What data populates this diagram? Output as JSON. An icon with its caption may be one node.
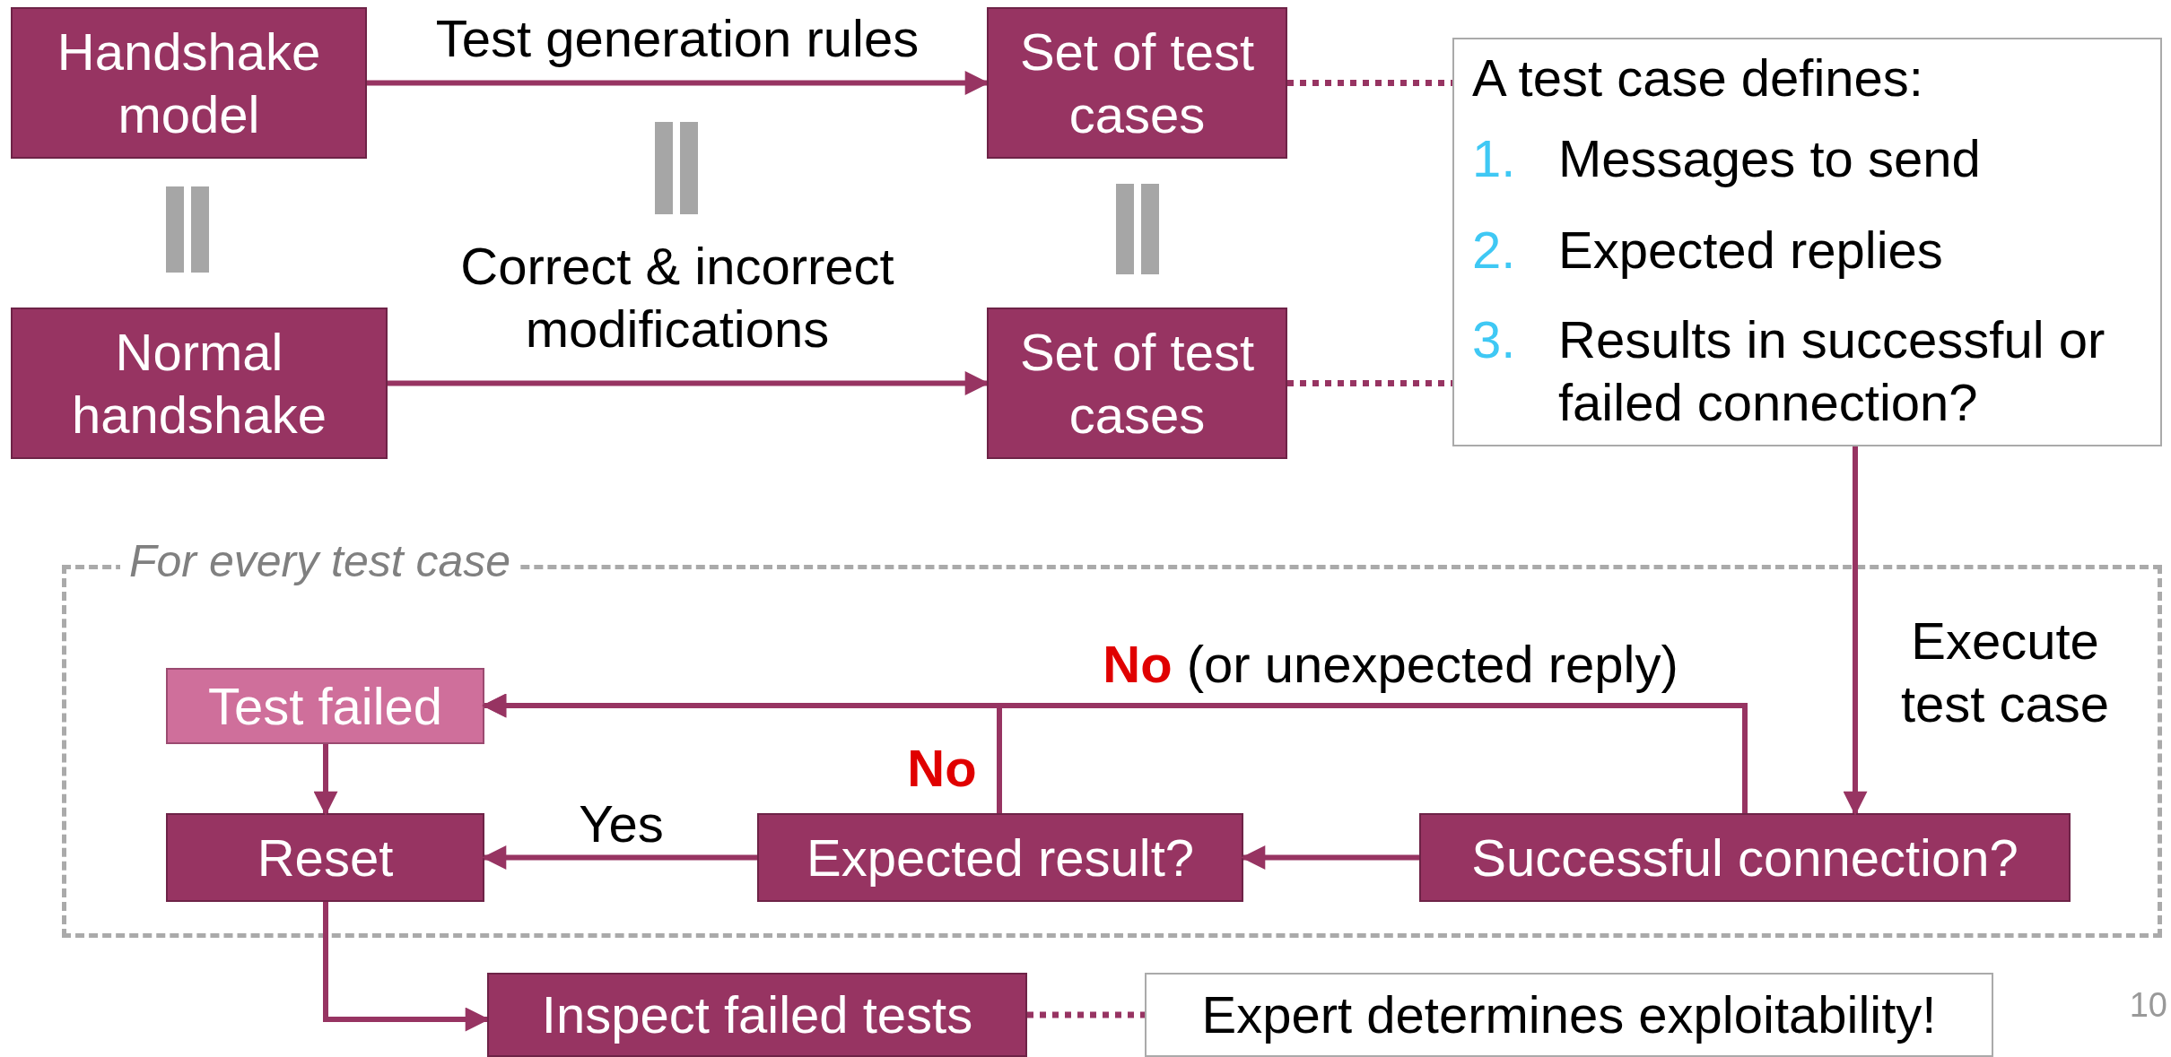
{
  "diagram": {
    "nodes": [
      {
        "text": [
          "Handshake model"
        ]
      },
      {
        "text": [
          "Set of test cases"
        ]
      },
      {
        "text": [
          "Normal handshake"
        ]
      },
      {
        "text": [
          "Set of test cases"
        ]
      },
      {
        "text": [
          "A test case defines:",
          "1.",
          "Messages to send",
          "2.",
          "Expected replies",
          "3.",
          "Results in successful or failed connection?"
        ]
      },
      {
        "text": [
          "For every test case"
        ]
      },
      {
        "text": [
          "Test failed"
        ],
        "in": 5
      },
      {
        "text": [
          "Reset"
        ],
        "in": 5
      },
      {
        "text": [
          "Expected result?"
        ],
        "in": 5
      },
      {
        "text": [
          "Successful connection?"
        ],
        "in": 5
      },
      {
        "text": [
          "Inspect failed tests"
        ]
      },
      {
        "text": [
          "Expert determines exploitability!"
        ]
      }
    ],
    "edges": [
      {
        "from": 0,
        "to": 1,
        "arrow": "to",
        "label": "Test generation rules"
      },
      {
        "from": 2,
        "to": 3,
        "arrow": "to",
        "label": "Correct & incorrect modifications"
      },
      {
        "from": 1,
        "to": 4,
        "arrow": "none",
        "style": "dashed"
      },
      {
        "from": 3,
        "to": 4,
        "arrow": "none",
        "style": "dashed"
      },
      {
        "from": 4,
        "to": 9,
        "arrow": "to",
        "label": "Execute test case"
      },
      {
        "from": 9,
        "to": 8,
        "arrow": "to"
      },
      {
        "from": 9,
        "to": 6,
        "arrow": "to",
        "label": "**No** (or unexpected reply)"
      },
      {
        "from": 8,
        "to": 6,
        "arrow": "to",
        "label": "No"
      },
      {
        "from": 8,
        "to": 7,
        "arrow": "to",
        "label": "Yes"
      },
      {
        "from": 6,
        "to": 7,
        "arrow": "to"
      },
      {
        "from": 7,
        "to": 10,
        "arrow": "to"
      },
      {
        "from": 10,
        "to": 11,
        "arrow": "none",
        "style": "dashed"
      }
    ],
    "labels": [
      "10"
    ]
  }
}
